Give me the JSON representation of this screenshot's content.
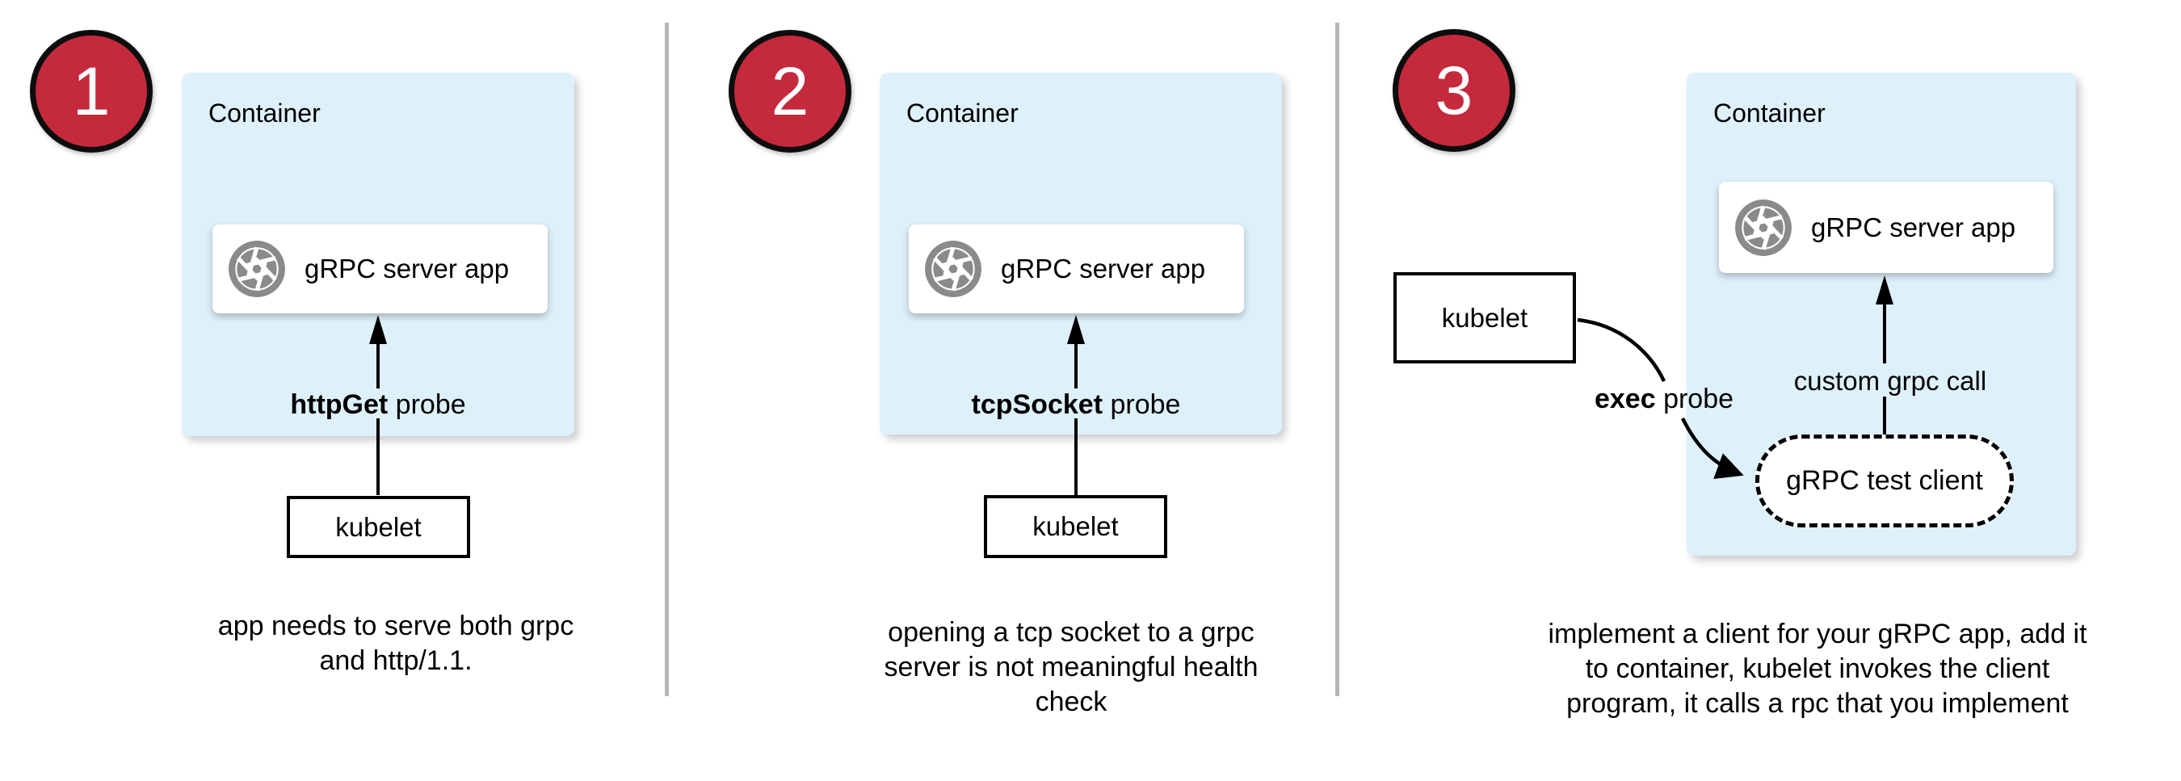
{
  "colors": {
    "badge_red": "#C52A3C",
    "container_blue": "#DEF0FA",
    "icon_gray": "#8A8A8A",
    "divider_gray": "#B5B5B5",
    "arrow_black": "#000000"
  },
  "panels": [
    {
      "number": "1",
      "container_label": "Container",
      "app_icon": "aperture-icon",
      "app_label": "gRPC server app",
      "probe_bold": "httpGet",
      "probe_rest": " probe",
      "kubelet_label": "kubelet",
      "caption_lines": [
        "app needs to serve both grpc",
        "and http/1.1."
      ]
    },
    {
      "number": "2",
      "container_label": "Container",
      "app_icon": "aperture-icon",
      "app_label": "gRPC server app",
      "probe_bold": "tcpSocket",
      "probe_rest": " probe",
      "kubelet_label": "kubelet",
      "caption_lines": [
        "opening a tcp socket to a grpc",
        "server is not meaningful health",
        "check"
      ]
    },
    {
      "number": "3",
      "container_label": "Container",
      "app_icon": "aperture-icon",
      "app_label": "gRPC server app",
      "probe_bold": "exec",
      "probe_rest": " probe",
      "kubelet_label": "kubelet",
      "call_label": "custom grpc call",
      "client_label": "gRPC test client",
      "caption_lines": [
        "implement a client for your gRPC app, add it",
        "to container, kubelet invokes the client",
        "program, it calls a rpc that you implement"
      ]
    }
  ]
}
